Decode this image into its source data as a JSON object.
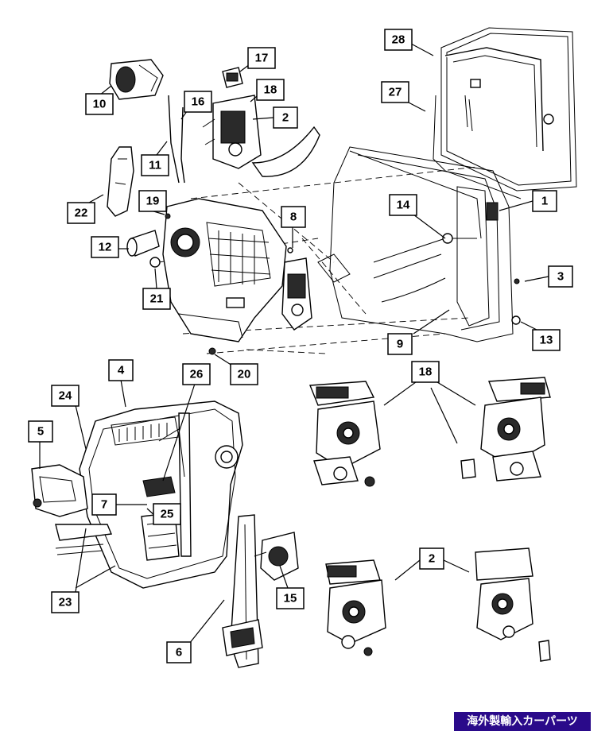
{
  "callouts": {
    "c1": "1",
    "c2a": "2",
    "c2b": "2",
    "c3": "3",
    "c4": "4",
    "c5": "5",
    "c6": "6",
    "c7": "7",
    "c8": "8",
    "c9": "9",
    "c10": "10",
    "c11": "11",
    "c12": "12",
    "c13": "13",
    "c14": "14",
    "c15": "15",
    "c16": "16",
    "c17": "17",
    "c18a": "18",
    "c18b": "18",
    "c19": "19",
    "c20": "20",
    "c21": "21",
    "c22": "22",
    "c23": "23",
    "c24": "24",
    "c25": "25",
    "c26": "26",
    "c27": "27",
    "c28": "28"
  },
  "watermark": {
    "text": "海外製輸入カーパーツ",
    "background": "#2a0a8a",
    "color": "#ffffff"
  }
}
